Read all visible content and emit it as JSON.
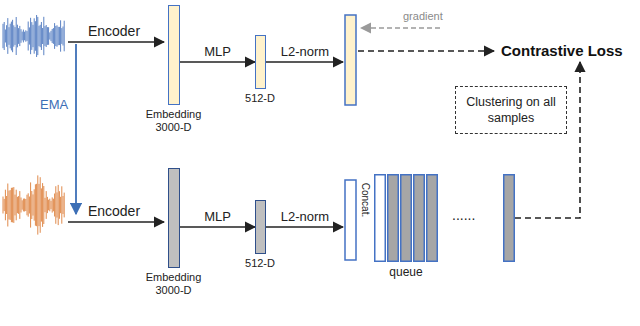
{
  "diagram": {
    "nodes": [
      {
        "text": [
          "Embedding 3000-D"
        ]
      },
      {
        "text": [
          "512-D"
        ]
      },
      {
        "text": [
          "Contrastive Loss"
        ]
      },
      {
        "text": [
          "Clustering on all samples"
        ]
      },
      {
        "text": [
          "Embedding 3000-D"
        ]
      },
      {
        "text": [
          "512-D"
        ]
      },
      {
        "text": [
          "queue"
        ]
      }
    ],
    "edges": [
      {
        "from": 0,
        "to": 1,
        "label": "MLP",
        "arrow": "to"
      },
      {
        "from": 4,
        "to": 5,
        "label": "MLP",
        "arrow": "to"
      },
      {
        "from": 6,
        "to": 2,
        "arrow": "to"
      }
    ],
    "labels": [
      "Encoder",
      "EMA",
      "gradient",
      "L2-norm",
      "Encoder",
      "L2-norm",
      "Concat.",
      "......"
    ]
  }
}
